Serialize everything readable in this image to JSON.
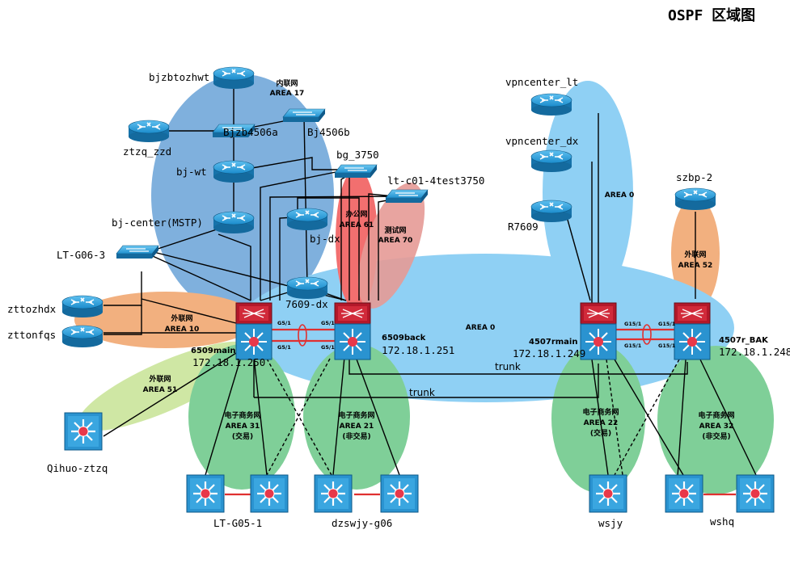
{
  "title": "OSPF 区域图",
  "areas": {
    "a17_line1": "内联网",
    "a17_line2": "AREA 17",
    "a61_line1": "办公网",
    "a61_line2": "AREA 61",
    "a70_line1": "测试网",
    "a70_line2": "AREA 70",
    "a10_line1": "外联网",
    "a10_line2": "AREA 10",
    "a51_line1": "外联网",
    "a51_line2": "AREA 51",
    "a0_core": "AREA 0",
    "a0_vpn": "AREA 0",
    "a52_line1": "外联网",
    "a52_line2": "AREA 52",
    "a31_line1": "电子商务网",
    "a31_line2": "AREA 31",
    "a31_line3": "(交易)",
    "a21_line1": "电子商务网",
    "a21_line2": "AREA 21",
    "a21_line3": "(非交易)",
    "a22_line1": "电子商务网",
    "a22_line2": "AREA 22",
    "a22_line3": "(交易)",
    "a32_line1": "电子商务网",
    "a32_line2": "AREA 32",
    "a32_line3": "(非交易)"
  },
  "devices": {
    "bjzbtozhwt": "bjzbtozhwt",
    "bjzb4506a": "Bjzb4506a",
    "bj4506b": "Bj4506b",
    "ztzq_zzd": "ztzq_zzd",
    "bj_wt": "bj-wt",
    "bj_center": "bj-center(MSTP)",
    "bj_dx": "bj-dx",
    "bg_3750": "bg_3750",
    "lt_c01": "lt-c01-4test3750",
    "lt_g06_3": "LT-G06-3",
    "d7609_dx": "7609-dx",
    "zttozhdx": "zttozhdx",
    "zttonfqs": "zttonfqs",
    "qihuo": "Qihuo-ztzq",
    "lt_g05_1": "LT-G05-1",
    "dzswjy": "dzswjy-g06",
    "wsjy": "wsjy",
    "wshq": "wshq",
    "vpn_lt": "vpncenter_lt",
    "vpn_dx": "vpncenter_dx",
    "r7609": "R7609",
    "szbp2": "szbp-2",
    "sw6509main": "6509main",
    "sw6509main_ip": "172.18.1.250",
    "sw6509back": "6509back",
    "sw6509back_ip": "172.18.1.251",
    "sw4507main": "4507rmain",
    "sw4507main_ip": "172.18.1.249",
    "sw4507bak": "4507r_BAK",
    "sw4507bak_ip": "172.18.1.248"
  },
  "ports": {
    "p1": "G5/1",
    "p2": "G5/1",
    "p3": "G5/1",
    "p4": "G5/1",
    "p5": "G15/1",
    "p6": "G15/1",
    "p7": "G15/1",
    "p8": "G15/1"
  },
  "links": {
    "trunk1": "trunk",
    "trunk2": "trunk"
  },
  "colors": {
    "area_blue_dark": "#7fb0dd",
    "area_blue_light": "#8fd0f4",
    "area_green": "#7fcf98",
    "area_orange": "#f2b07f",
    "area_red": "#f26f6f",
    "area_lightgreen": "#cfe7a4",
    "device_blue": "#1e88c6",
    "red_link": "#e03030"
  }
}
